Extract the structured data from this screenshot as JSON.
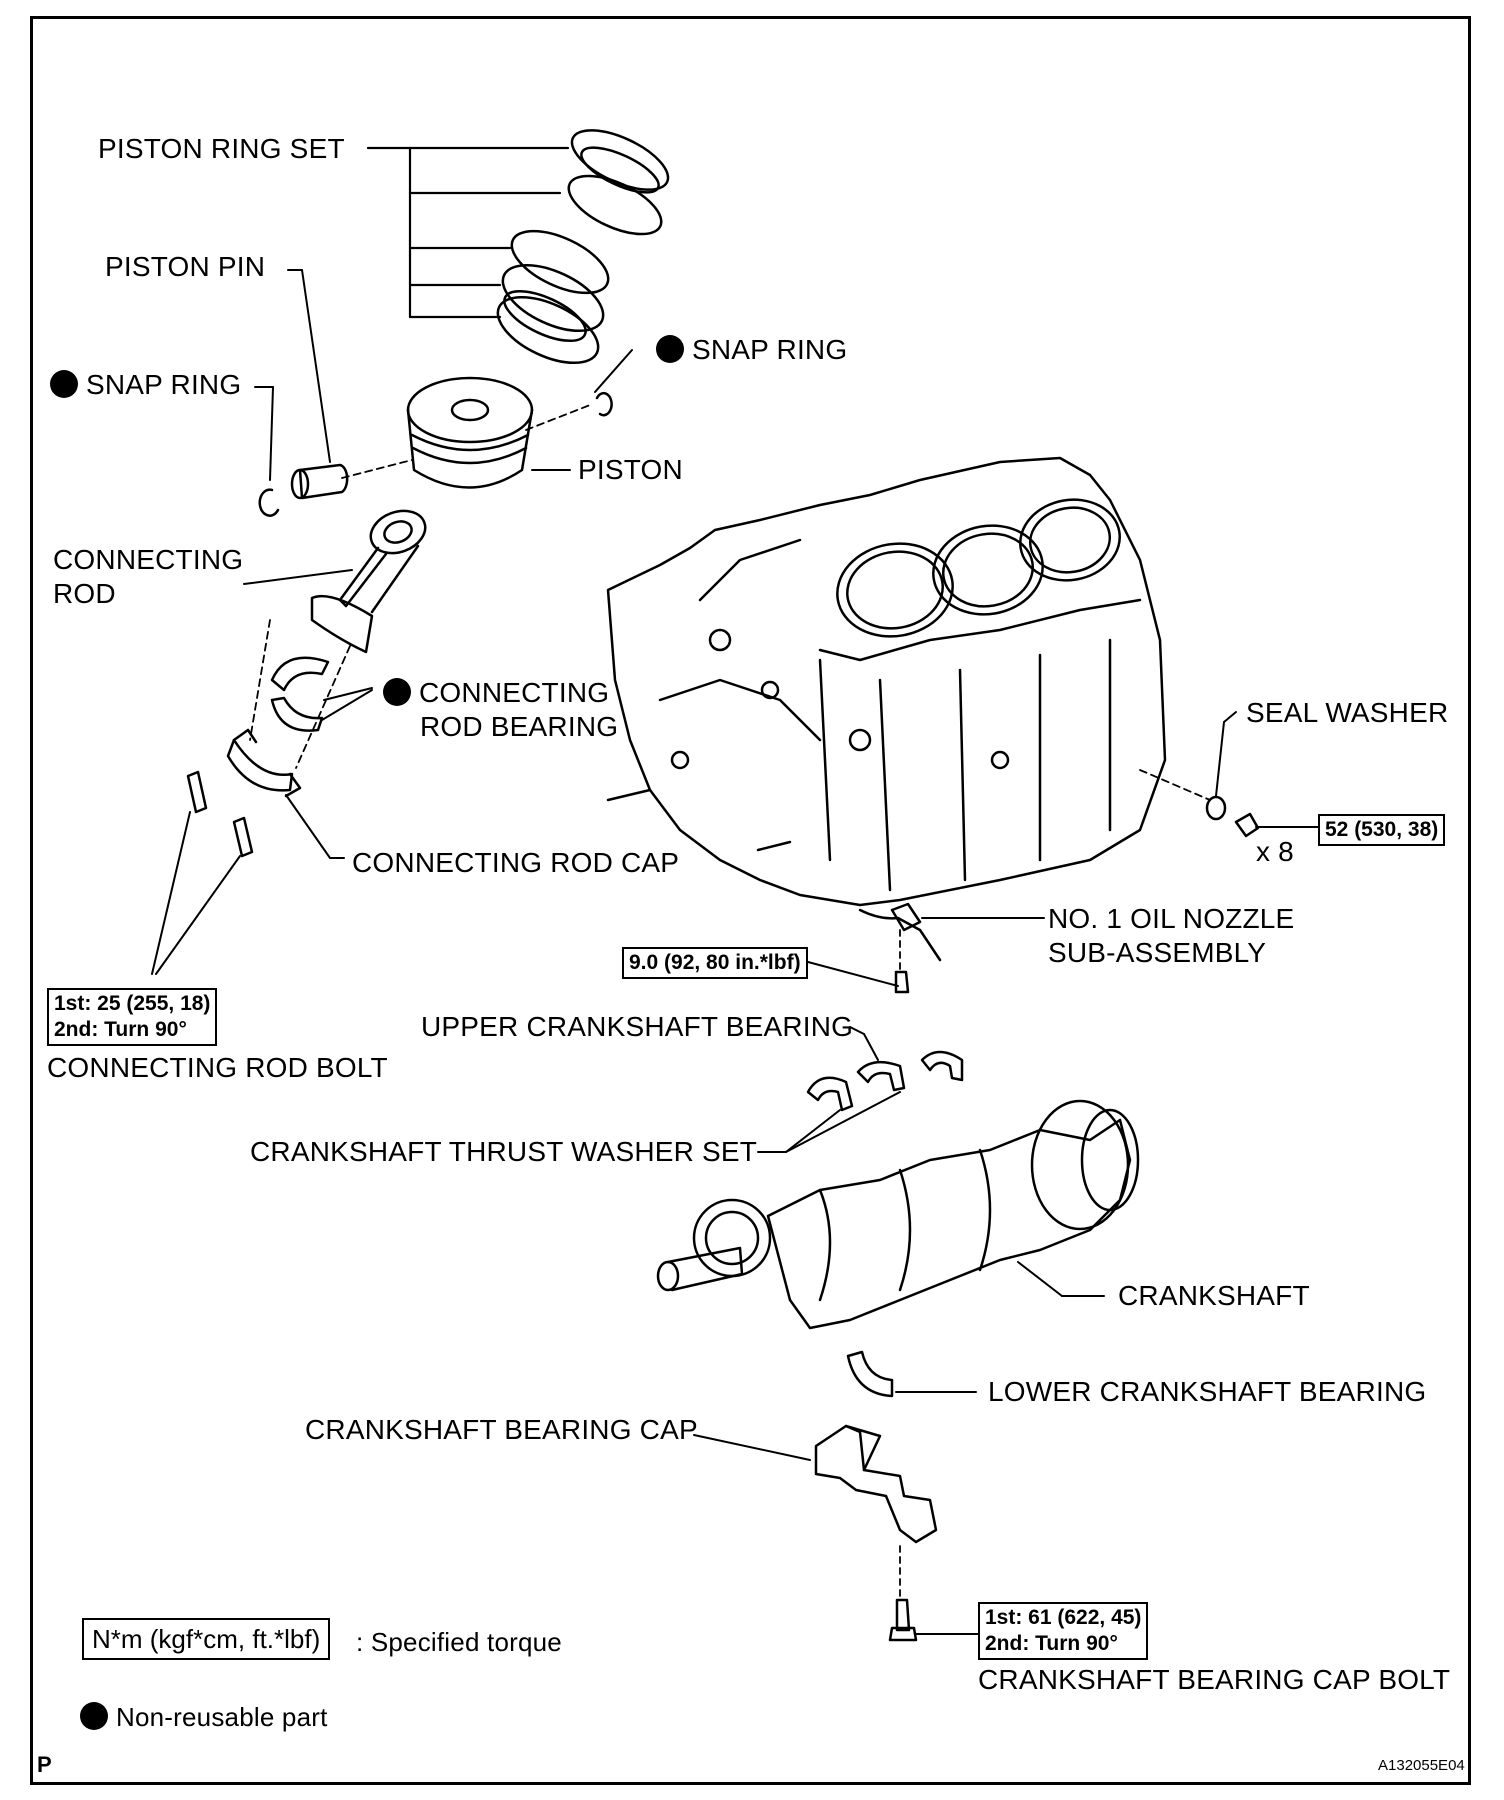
{
  "labels": {
    "piston_ring_set": "PISTON RING SET",
    "piston_pin": "PISTON PIN",
    "snap_ring_left": "SNAP RING",
    "snap_ring_right": "SNAP RING",
    "piston": "PISTON",
    "connecting_rod_1": "CONNECTING",
    "connecting_rod_2": "ROD",
    "connecting_rod_bearing_1": "CONNECTING",
    "connecting_rod_bearing_2": "ROD BEARING",
    "connecting_rod_cap": "CONNECTING ROD CAP",
    "connecting_rod_bolt": "CONNECTING ROD BOLT",
    "seal_washer": "SEAL WASHER",
    "times_eight": "x 8",
    "oil_nozzle_1": "NO. 1 OIL NOZZLE",
    "oil_nozzle_2": "SUB-ASSEMBLY",
    "upper_crankshaft_bearing": "UPPER CRANKSHAFT BEARING",
    "crankshaft_thrust_washer_set": "CRANKSHAFT THRUST WASHER SET",
    "crankshaft": "CRANKSHAFT",
    "lower_crankshaft_bearing": "LOWER CRANKSHAFT BEARING",
    "crankshaft_bearing_cap": "CRANKSHAFT BEARING CAP",
    "crankshaft_bearing_cap_bolt": "CRANKSHAFT BEARING CAP BOLT"
  },
  "torque": {
    "seal_washer_bolt": "52 (530, 38)",
    "oil_nozzle_bolt": "9.0 (92, 80 in.*lbf)",
    "rod_bolt_1st": "1st: 25 (255, 18)",
    "rod_bolt_2nd": "2nd: Turn 90°",
    "cap_bolt_1st": "1st: 61 (622, 45)",
    "cap_bolt_2nd": "2nd: Turn 90°"
  },
  "legend": {
    "torque_unit": "N*m (kgf*cm, ft.*lbf)",
    "torque_desc": ": Specified torque",
    "nonreusable": "Non-reusable part"
  },
  "footer": {
    "page_mark": "P",
    "figure_id": "A132055E04"
  }
}
